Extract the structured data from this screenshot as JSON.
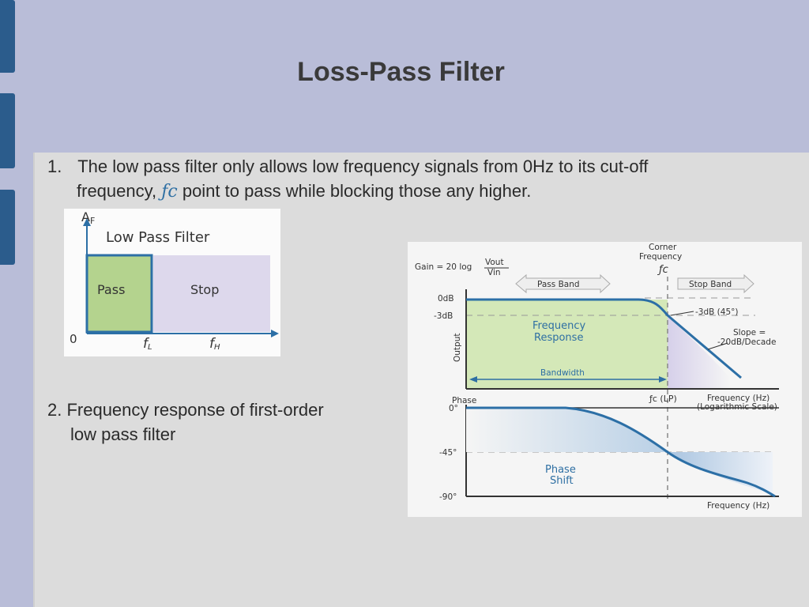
{
  "slide": {
    "title": "Loss-Pass Filter",
    "item1": {
      "number": "1.",
      "text_line1": "The low pass filter only allows low frequency signals from 0Hz to its cut-off",
      "text_line2_a": "frequency,",
      "fc_symbol": "ƒc",
      "text_line2_b": "point to pass while blocking those any higher."
    },
    "item2": {
      "line1": "2. Frequency response of first-order",
      "line2": "low pass filter"
    }
  },
  "small_diagram": {
    "y_axis_label": "A",
    "y_axis_sub": "F",
    "title": "Low Pass Filter",
    "pass_label": "Pass",
    "stop_label": "Stop",
    "origin_label": "0",
    "fl_label": "f",
    "fl_sub": "L",
    "fh_label": "f",
    "fh_sub": "H",
    "colors": {
      "pass": "#b4d38e",
      "stop": "#ddd8ec",
      "axis": "#2c6fa6"
    }
  },
  "bode_diagram": {
    "gain_label": "Gain = 20 log",
    "vout": "Vout",
    "vin": "Vin",
    "corner_line1": "Corner",
    "corner_line2": "Frequency",
    "fc_top": "ƒc",
    "pass_band": "Pass Band",
    "stop_band": "Stop Band",
    "zero_db": "0dB",
    "minus3db": "-3dB",
    "minus3db_note": "-3dB (45°)",
    "freq_response_1": "Frequency",
    "freq_response_2": "Response",
    "slope_1": "Slope =",
    "slope_2": "-20dB/Decade",
    "output": "Output",
    "bandwidth": "Bandwidth",
    "fc_lp": "ƒc (LP)",
    "freq_hz": "Frequency (Hz)",
    "log_scale": "(Logarithmic Scale)",
    "phase": "Phase",
    "zero_deg": "0°",
    "minus45": "-45°",
    "minus90": "-90°",
    "phase_shift_1": "Phase",
    "phase_shift_2": "Shift",
    "freq_hz_bottom": "Frequency (Hz)",
    "colors": {
      "curve": "#2c6fa6",
      "pass": "#d4e8b8",
      "text": "#2e6fa3"
    }
  }
}
